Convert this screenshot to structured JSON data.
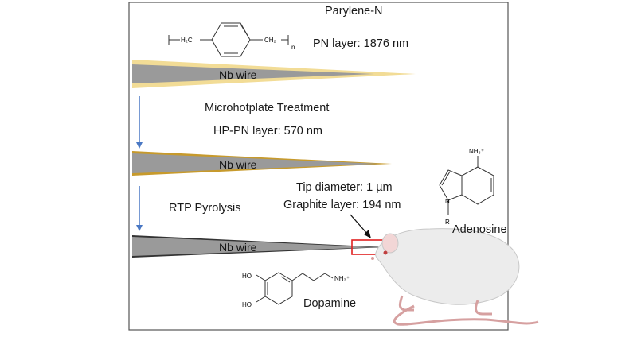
{
  "polymer": {
    "name": "Parylene-N",
    "layer": "PN layer: 1876 nm",
    "group_left": "H₂C",
    "group_right": "CH₂",
    "subscript": "n"
  },
  "wire_label": "Nb wire",
  "step1": {
    "title": "Microhotplate Treatment",
    "layer": "HP-PN layer: 570 nm"
  },
  "step2": {
    "title": "RTP Pyrolysis",
    "tip": "Tip diameter: 1 µm",
    "graphite": "Graphite layer: 194 nm"
  },
  "adenosine": {
    "name": "Adenosine",
    "amine": "NH₃⁺",
    "n_atom": "N",
    "r_group": "R"
  },
  "dopamine": {
    "name": "Dopamine",
    "hydroxyl": "HO",
    "amine": "NH₃⁺"
  },
  "colors": {
    "border": "#555555",
    "wire_gray": "#9a9a9a",
    "pn_coating": "#f2dc96",
    "hp_coating": "#c79a2c",
    "graphite": "#333333",
    "arrow_blue": "#4a78c4",
    "highlight_red": "#e02020",
    "rat_body": "#ececec"
  }
}
